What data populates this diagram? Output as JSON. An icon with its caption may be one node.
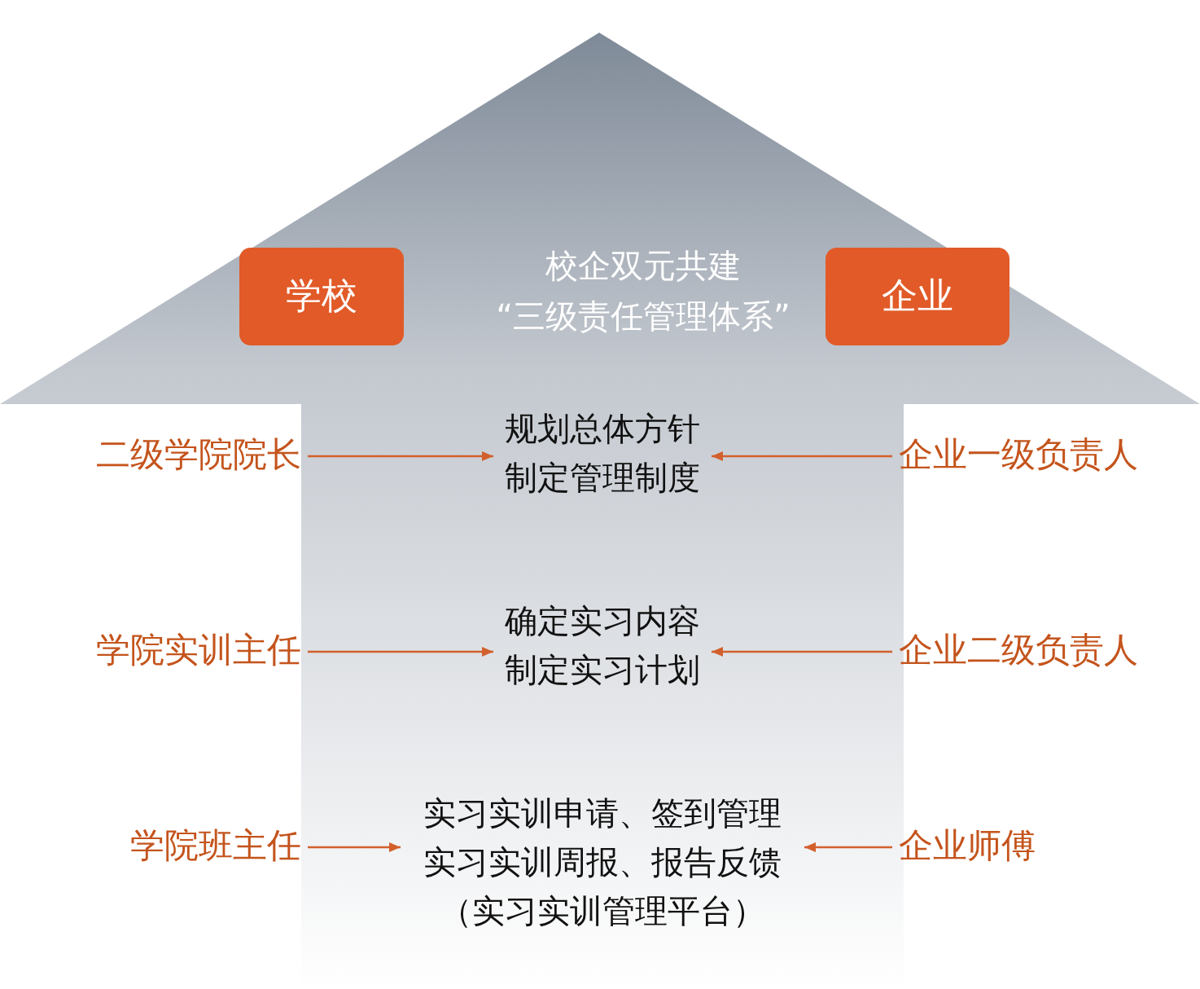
{
  "diagram": {
    "nodes": [
      {
        "text": [
          "校企双元共建",
          "“三级责任管理体系”"
        ]
      },
      {
        "text": [
          "学校"
        ],
        "in": 0
      },
      {
        "text": [
          "企业"
        ],
        "in": 0
      },
      {
        "text": [
          "规划总体方针",
          "制定管理制度"
        ],
        "in": 0
      },
      {
        "text": [
          "确定实习内容",
          "制定实习计划"
        ],
        "in": 0
      },
      {
        "text": [
          "实习实训申请、签到管理",
          "实习实训周报、报告反馈",
          "（实习实训管理平台）"
        ],
        "in": 0
      },
      {
        "text": [
          "二级学院院长"
        ]
      },
      {
        "text": [
          "学院实训主任"
        ]
      },
      {
        "text": [
          "学院班主任"
        ]
      },
      {
        "text": [
          "企业一级负责人"
        ]
      },
      {
        "text": [
          "企业二级负责人"
        ]
      },
      {
        "text": [
          "企业师傅"
        ]
      }
    ],
    "edges": [
      {
        "from": 6,
        "to": 3,
        "arrow": "to"
      },
      {
        "from": 9,
        "to": 3,
        "arrow": "to"
      },
      {
        "from": 7,
        "to": 4,
        "arrow": "to"
      },
      {
        "from": 10,
        "to": 4,
        "arrow": "to"
      },
      {
        "from": 8,
        "to": 5,
        "arrow": "to"
      },
      {
        "from": 11,
        "to": 5,
        "arrow": "to"
      }
    ]
  }
}
